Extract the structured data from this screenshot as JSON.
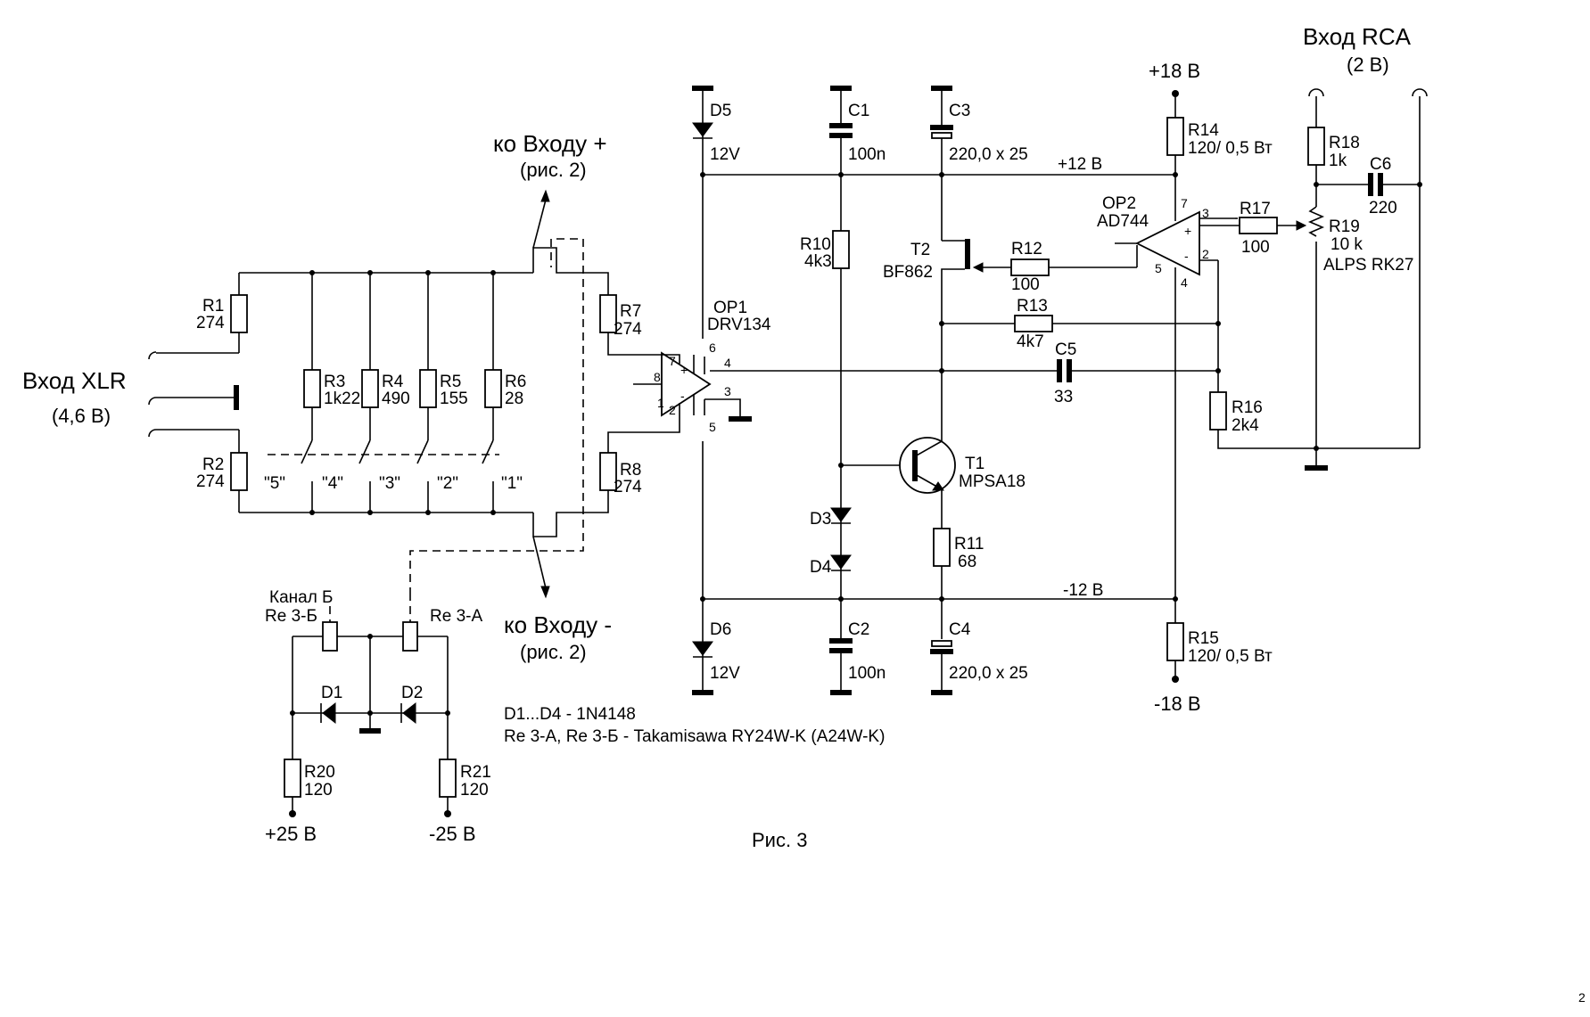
{
  "figure_caption": "Рис. 3",
  "inputs": {
    "xlr_title": "Вход XLR",
    "xlr_level": "(4,6 В)",
    "rca_title": "Вход RCA",
    "rca_level": "(2 В)"
  },
  "connections": {
    "to_input_plus": "ко Входу +",
    "to_input_plus_ref": "(рис. 2)",
    "to_input_minus": "ко Входу -",
    "to_input_minus_ref": "(рис. 2)"
  },
  "rails": {
    "plus18": "+18 В",
    "minus18": "-18 В",
    "plus12": "+12 В",
    "minus12": "-12 В",
    "plus25": "+25 В",
    "minus25": "-25 В"
  },
  "switch_positions": [
    "\"5\"",
    "\"4\"",
    "\"3\"",
    "\"2\"",
    "\"1\""
  ],
  "components": {
    "R1": {
      "ref": "R1",
      "value": "274"
    },
    "R2": {
      "ref": "R2",
      "value": "274"
    },
    "R3": {
      "ref": "R3",
      "value": "1k22"
    },
    "R4": {
      "ref": "R4",
      "value": "490"
    },
    "R5": {
      "ref": "R5",
      "value": "155"
    },
    "R6": {
      "ref": "R6",
      "value": "28"
    },
    "R7": {
      "ref": "R7",
      "value": "274"
    },
    "R8": {
      "ref": "R8",
      "value": "274"
    },
    "R10": {
      "ref": "R10",
      "value": "4k3"
    },
    "R11": {
      "ref": "R11",
      "value": "68"
    },
    "R12": {
      "ref": "R12",
      "value": "100"
    },
    "R13": {
      "ref": "R13",
      "value": "4k7"
    },
    "R14": {
      "ref": "R14",
      "value": "120/ 0,5 Вт"
    },
    "R15": {
      "ref": "R15",
      "value": "120/ 0,5 Вт"
    },
    "R16": {
      "ref": "R16",
      "value": "2k4"
    },
    "R17": {
      "ref": "R17",
      "value": "100"
    },
    "R18": {
      "ref": "R18",
      "value": "1k"
    },
    "R19": {
      "ref": "R19",
      "value": "10 k",
      "note": "ALPS RK27"
    },
    "R20": {
      "ref": "R20",
      "value": "120"
    },
    "R21": {
      "ref": "R21",
      "value": "120"
    },
    "C1": {
      "ref": "C1",
      "value": "100n"
    },
    "C2": {
      "ref": "C2",
      "value": "100n"
    },
    "C3": {
      "ref": "C3",
      "value": "220,0 x 25"
    },
    "C4": {
      "ref": "C4",
      "value": "220,0 x 25"
    },
    "C5": {
      "ref": "C5",
      "value": "33"
    },
    "C6": {
      "ref": "C6",
      "value": "220"
    },
    "D1": {
      "ref": "D1"
    },
    "D2": {
      "ref": "D2"
    },
    "D3": {
      "ref": "D3"
    },
    "D4": {
      "ref": "D4"
    },
    "D5": {
      "ref": "D5",
      "value": "12V"
    },
    "D6": {
      "ref": "D6",
      "value": "12V"
    },
    "T1": {
      "ref": "T1",
      "value": "MPSA18"
    },
    "T2": {
      "ref": "T2",
      "value": "BF862"
    },
    "OP1": {
      "ref": "OP1",
      "value": "DRV134",
      "pins": [
        "7",
        "8",
        "1",
        "2",
        "6",
        "4",
        "3",
        "5"
      ],
      "plus": "+",
      "minus": "-"
    },
    "OP2": {
      "ref": "OP2",
      "value": "AD744",
      "pins": [
        "7",
        "3",
        "2",
        "5",
        "4"
      ],
      "plus": "+",
      "minus": "-"
    },
    "ReB": {
      "ref": "Re 3-Б",
      "title": "Канал Б"
    },
    "ReA": {
      "ref": "Re 3-А"
    }
  },
  "notes": [
    "D1...D4 - 1N4148",
    "Re 3-А, Re 3-Б - Takamisawa RY24W-K (A24W-K)"
  ],
  "page_number": "2"
}
